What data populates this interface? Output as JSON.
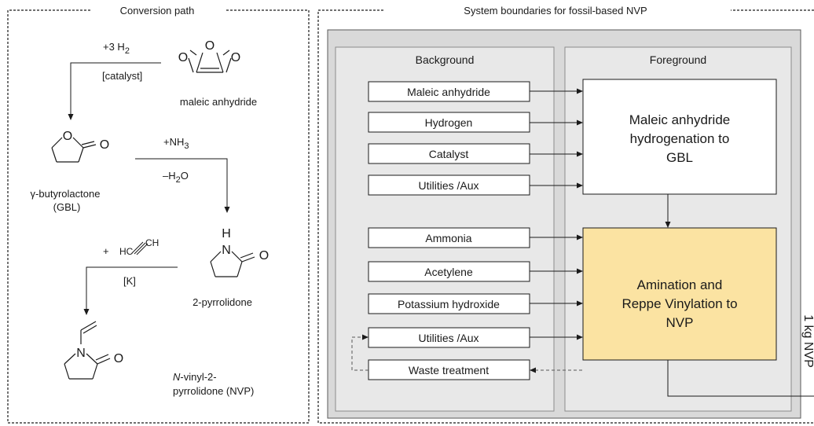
{
  "left_panel": {
    "title": "Conversion path",
    "step1": {
      "reagent": "+3 H",
      "reagent_sub": "2",
      "condition": "[catalyst]"
    },
    "step2": {
      "reagent": "+NH",
      "reagent_sub": "3",
      "byproduct_prefix": "–H",
      "byproduct_sub": "2",
      "byproduct_suffix": "O"
    },
    "step3": {
      "reagent_prefix": "+",
      "reagent_formula": "HC≡CH",
      "condition": "[K]"
    },
    "compounds": {
      "maleic_anhydride": "maleic anhydride",
      "gbl_line1": "γ-butyrolactone",
      "gbl_line2": "(GBL)",
      "pyrrolidone": "2-pyrrolidone",
      "nvp_prefix": "N",
      "nvp_line1": "-vinyl-2-",
      "nvp_line2": "pyrrolidone (NVP)"
    },
    "atoms": {
      "O": "O",
      "N": "N",
      "H": "H",
      "HC": "HC",
      "CH": "CH"
    }
  },
  "right_panel": {
    "title": "System boundaries for fossil-based NVP",
    "background_label": "Background",
    "foreground_label": "Foreground",
    "inputs": [
      "Maleic anhydride",
      "Hydrogen",
      "Catalyst",
      "Utilities /Aux",
      "Ammonia",
      "Acetylene",
      "Potassium hydroxide",
      "Utilities /Aux",
      "Waste treatment"
    ],
    "process1": [
      "Maleic anhydride",
      "hydrogenation to",
      "GBL"
    ],
    "process2": [
      "Amination and",
      "Reppe Vinylation to",
      "NVP"
    ],
    "output_label": "1 kg NVP",
    "colors": {
      "process2_fill": "#fbe3a2",
      "outer_box": "#d9d9d9",
      "inner_box": "#e8e8e8"
    }
  }
}
